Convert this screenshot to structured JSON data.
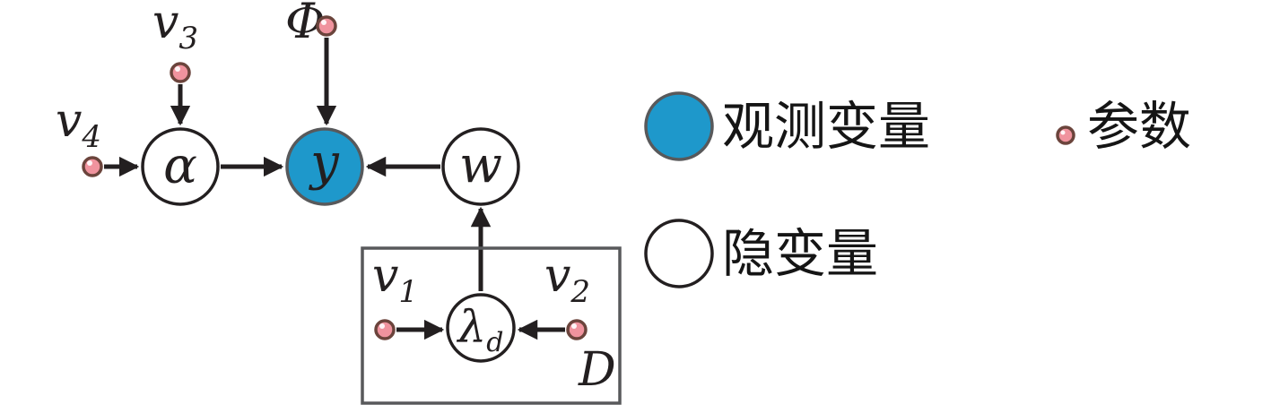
{
  "diagram": {
    "nodes": {
      "alpha": {
        "label": "α",
        "type": "latent"
      },
      "y": {
        "label": "y",
        "type": "observed"
      },
      "w": {
        "label": "w",
        "type": "latent"
      },
      "lambda_d": {
        "base": "λ",
        "sub": "d",
        "type": "latent"
      }
    },
    "parameters": {
      "v1": {
        "base": "v",
        "sub": "1"
      },
      "v2": {
        "base": "v",
        "sub": "2"
      },
      "v3": {
        "base": "v",
        "sub": "3"
      },
      "v4": {
        "base": "v",
        "sub": "4"
      },
      "phi": {
        "label": "Φ"
      }
    },
    "plate": {
      "label": "D"
    },
    "edges": [
      "v4 -> alpha",
      "v3 -> alpha",
      "alpha -> y",
      "phi -> y",
      "w -> y",
      "lambda_d -> w",
      "v1 -> lambda_d",
      "v2 -> lambda_d"
    ]
  },
  "legend": {
    "observed_label": "观测变量",
    "parameter_label": "参数",
    "latent_label": "隐变量"
  },
  "colors": {
    "observed_fill": "#1e98cb",
    "param_fill": "#f0939e",
    "param_stroke": "#6b443c",
    "line": "#231f20",
    "plate_stroke": "#58595b"
  }
}
